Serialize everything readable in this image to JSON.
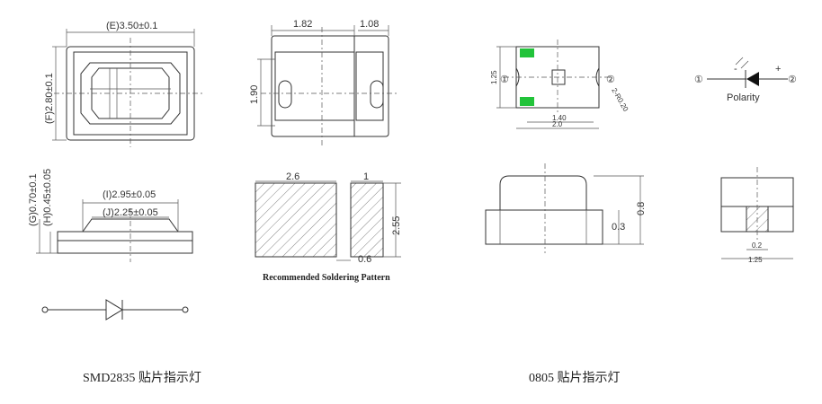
{
  "left": {
    "top_view": {
      "dim_e": "(E)3.50±0.1",
      "dim_f": "(F)2.80±0.1"
    },
    "pad_view": {
      "dim_w1": "1.82",
      "dim_w2": "1.08",
      "dim_h": "1.90"
    },
    "side_view": {
      "dim_g": "(G)0.70±0.1",
      "dim_h": "(H)0.45±0.05",
      "dim_i": "(I)2.95±0.05",
      "dim_j": "(J)2.25±0.05"
    },
    "solder": {
      "dim_a": "2.6",
      "dim_b": "1",
      "dim_c": "2.55",
      "dim_d": "0.6",
      "title": "Recommended Soldering Pattern"
    },
    "caption": "SMD2835 贴片指示灯"
  },
  "right": {
    "top_view": {
      "pin1": "①",
      "pin2": "②",
      "dim_h": "1.25",
      "dim_w1": "1.40",
      "dim_w2": "2.0",
      "dim_r": "2-R0.20"
    },
    "polarity": {
      "pin1": "①",
      "pin2": "②",
      "minus": "-",
      "plus": "+",
      "label": "Polarity"
    },
    "side_view": {
      "dim_h1": "0.8",
      "dim_h2": "0.3"
    },
    "end_view": {
      "dim_a": "0.2",
      "dim_b": "1.25"
    },
    "caption": "0805 贴片指示灯"
  },
  "colors": {
    "pad_green": "#22c33a",
    "line": "#333333"
  }
}
